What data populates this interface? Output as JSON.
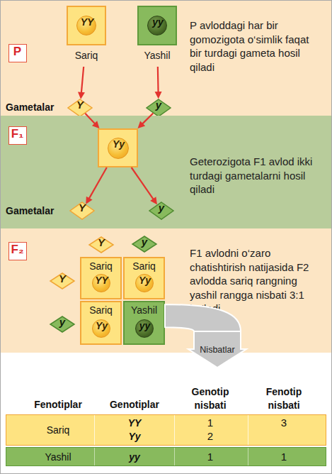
{
  "diagram": {
    "nodes": [
      {
        "text": [
          "P avloddagi har bir gomozigota o‘simlik faqat bir turdagi gameta hosil qiladi"
        ]
      },
      {
        "text": [
          "P"
        ],
        "in": 0
      },
      {
        "text": [
          "YY",
          "Sariq"
        ],
        "in": 0
      },
      {
        "text": [
          "yy",
          "Yashil"
        ],
        "in": 0
      },
      {
        "text": [
          "Y"
        ],
        "in": 0
      },
      {
        "text": [
          "y"
        ],
        "in": 0
      },
      {
        "text": [
          "Geterozigota F1 avlod ikki turdagi gametalarni hosil qiladi"
        ]
      },
      {
        "text": [
          "F₁"
        ],
        "in": 6
      },
      {
        "text": [
          "Yy"
        ],
        "in": 6
      },
      {
        "text": [
          "Y"
        ],
        "in": 6
      },
      {
        "text": [
          "y"
        ],
        "in": 6
      },
      {
        "text": [
          "F1 avlodni o‘zaro chatishtirish natijasida F2 avlodda sariq rangning yashil rangga nisbati 3:1 bo‘ladi"
        ]
      },
      {
        "text": [
          "F₂"
        ],
        "in": 11
      },
      {
        "text": [
          "Y"
        ],
        "in": 11
      },
      {
        "text": [
          "y"
        ],
        "in": 11
      },
      {
        "text": [
          "Y"
        ],
        "in": 11
      },
      {
        "text": [
          "Sariq",
          "YY"
        ],
        "in": 11
      },
      {
        "text": [
          "Sariq",
          "Yy"
        ],
        "in": 11
      },
      {
        "text": [
          "y"
        ],
        "in": 11
      },
      {
        "text": [
          "Sariq",
          "Yy"
        ],
        "in": 11
      },
      {
        "text": [
          "Yashil",
          "yy"
        ],
        "in": 11
      },
      {
        "text": [
          "Nisbatlar"
        ]
      }
    ],
    "edges": [
      {
        "from": 2,
        "to": 4,
        "arrow": "to"
      },
      {
        "from": 3,
        "to": 5,
        "arrow": "to"
      },
      {
        "from": 4,
        "to": 8,
        "arrow": "to"
      },
      {
        "from": 5,
        "to": 8,
        "arrow": "to"
      },
      {
        "from": 8,
        "to": 9,
        "arrow": "to"
      },
      {
        "from": 8,
        "to": 10,
        "arrow": "to"
      },
      {
        "from": 20,
        "to": 21,
        "arrow": "none"
      }
    ],
    "labels": [
      "Gametalar",
      "Gametalar",
      "Fenotiplar",
      "Genotiplar",
      "Genotip nisbati",
      "Fenotip nisbati",
      "Sariq",
      "YY",
      "Yy",
      "1",
      "2",
      "3",
      "Yashil",
      "yy",
      "1",
      "1"
    ]
  }
}
